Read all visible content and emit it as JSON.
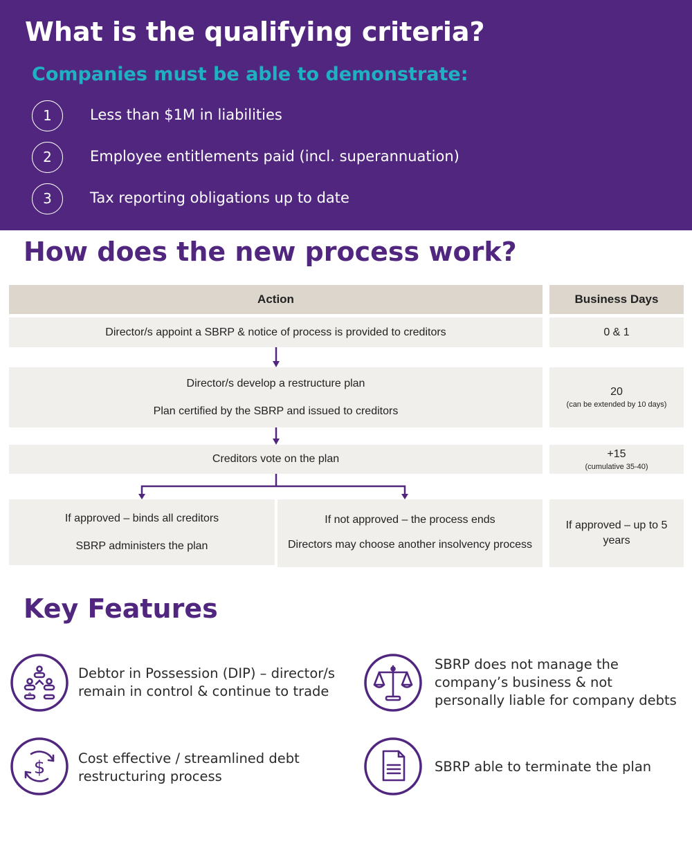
{
  "hero": {
    "title": "What is the qualifying criteria?",
    "subtitle": "Companies must be able to demonstrate:",
    "criteria": [
      {
        "num": "1",
        "text": "Less than $1M in liabilities"
      },
      {
        "num": "2",
        "text": "Employee entitlements paid (incl. superannuation)"
      },
      {
        "num": "3",
        "text": "Tax reporting obligations up to date"
      }
    ]
  },
  "process": {
    "title": "How does the new process work?",
    "headers": {
      "action": "Action",
      "days": "Business Days"
    },
    "steps": [
      {
        "action": "Director/s appoint a SBRP & notice of process is provided to creditors",
        "days": "0 & 1"
      },
      {
        "action_line1": "Director/s develop a restructure plan",
        "action_line2": "Plan certified by the SBRP and issued to creditors",
        "days": "20",
        "days_note": "(can be extended by 10 days)"
      },
      {
        "action": "Creditors vote on the plan",
        "days": "+15",
        "days_note": "(cumulative 35-40)"
      }
    ],
    "approved": {
      "line1": "If approved – binds all creditors",
      "line2": "SBRP administers the plan"
    },
    "not_approved": {
      "line1": "If not approved – the process ends",
      "line2": "Directors may choose another insolvency process"
    },
    "final_days": "If approved – up to 5 years"
  },
  "features": {
    "title": "Key Features",
    "items": [
      {
        "icon": "people-hierarchy-icon",
        "text": "Debtor in Possession (DIP) – director/s remain in control & continue to trade"
      },
      {
        "icon": "scales-icon",
        "text": "SBRP does not manage the company’s business & not personally liable for company debts"
      },
      {
        "icon": "dollar-cycle-icon",
        "text": "Cost effective / streamlined debt restructuring process"
      },
      {
        "icon": "document-icon",
        "text": "SBRP able to terminate the plan"
      }
    ]
  },
  "colors": {
    "purple": "#50267f",
    "teal": "#1fb1c1",
    "cell": "#f1efeb",
    "header_cell": "#ddd6cc"
  }
}
